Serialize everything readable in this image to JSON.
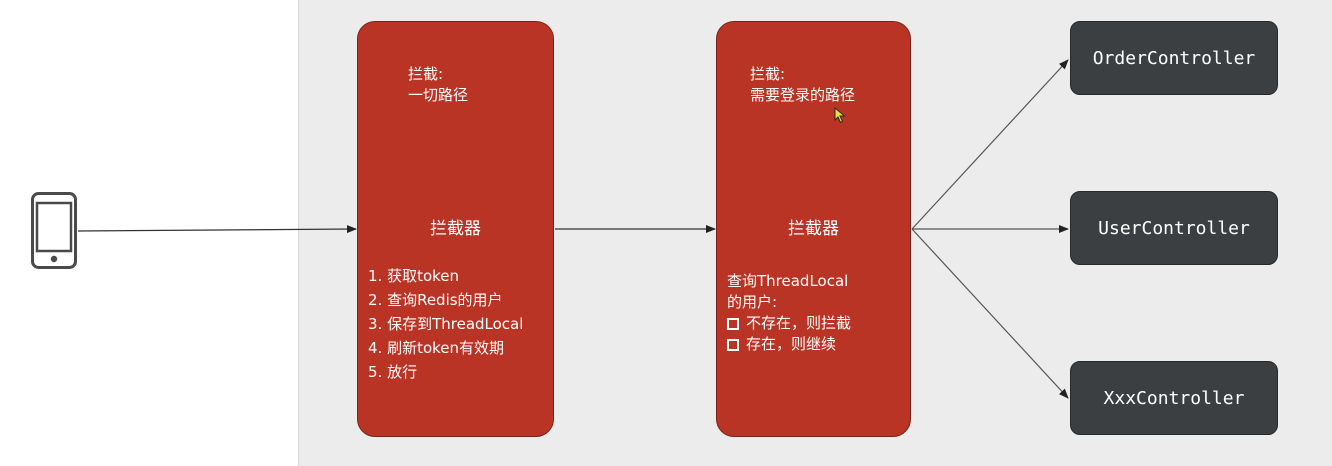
{
  "interceptor_1": {
    "scope_label": "拦截:",
    "scope_value": "一切路径",
    "title": "拦截器",
    "steps": [
      "1.  获取token",
      "2. 查询Redis的用户",
      "3.  保存到ThreadLocal",
      "4. 刷新token有效期",
      "5.  放行"
    ]
  },
  "interceptor_2": {
    "scope_label": "拦截:",
    "scope_value": "需要登录的路径",
    "title": "拦截器",
    "check_line_1": "查询ThreadLocal",
    "check_line_2": "的用户:",
    "options": [
      "不存在，则拦截",
      "存在，则继续"
    ]
  },
  "controllers": [
    "OrderController",
    "UserController",
    "XxxController"
  ],
  "colors": {
    "interceptor_fill": "#b93424",
    "controller_fill": "#3c3f42",
    "canvas_background": "#ececec",
    "arrow": "#333333"
  },
  "icons": {
    "client": "smartphone-icon",
    "pointer": "mouse-cursor-icon"
  }
}
